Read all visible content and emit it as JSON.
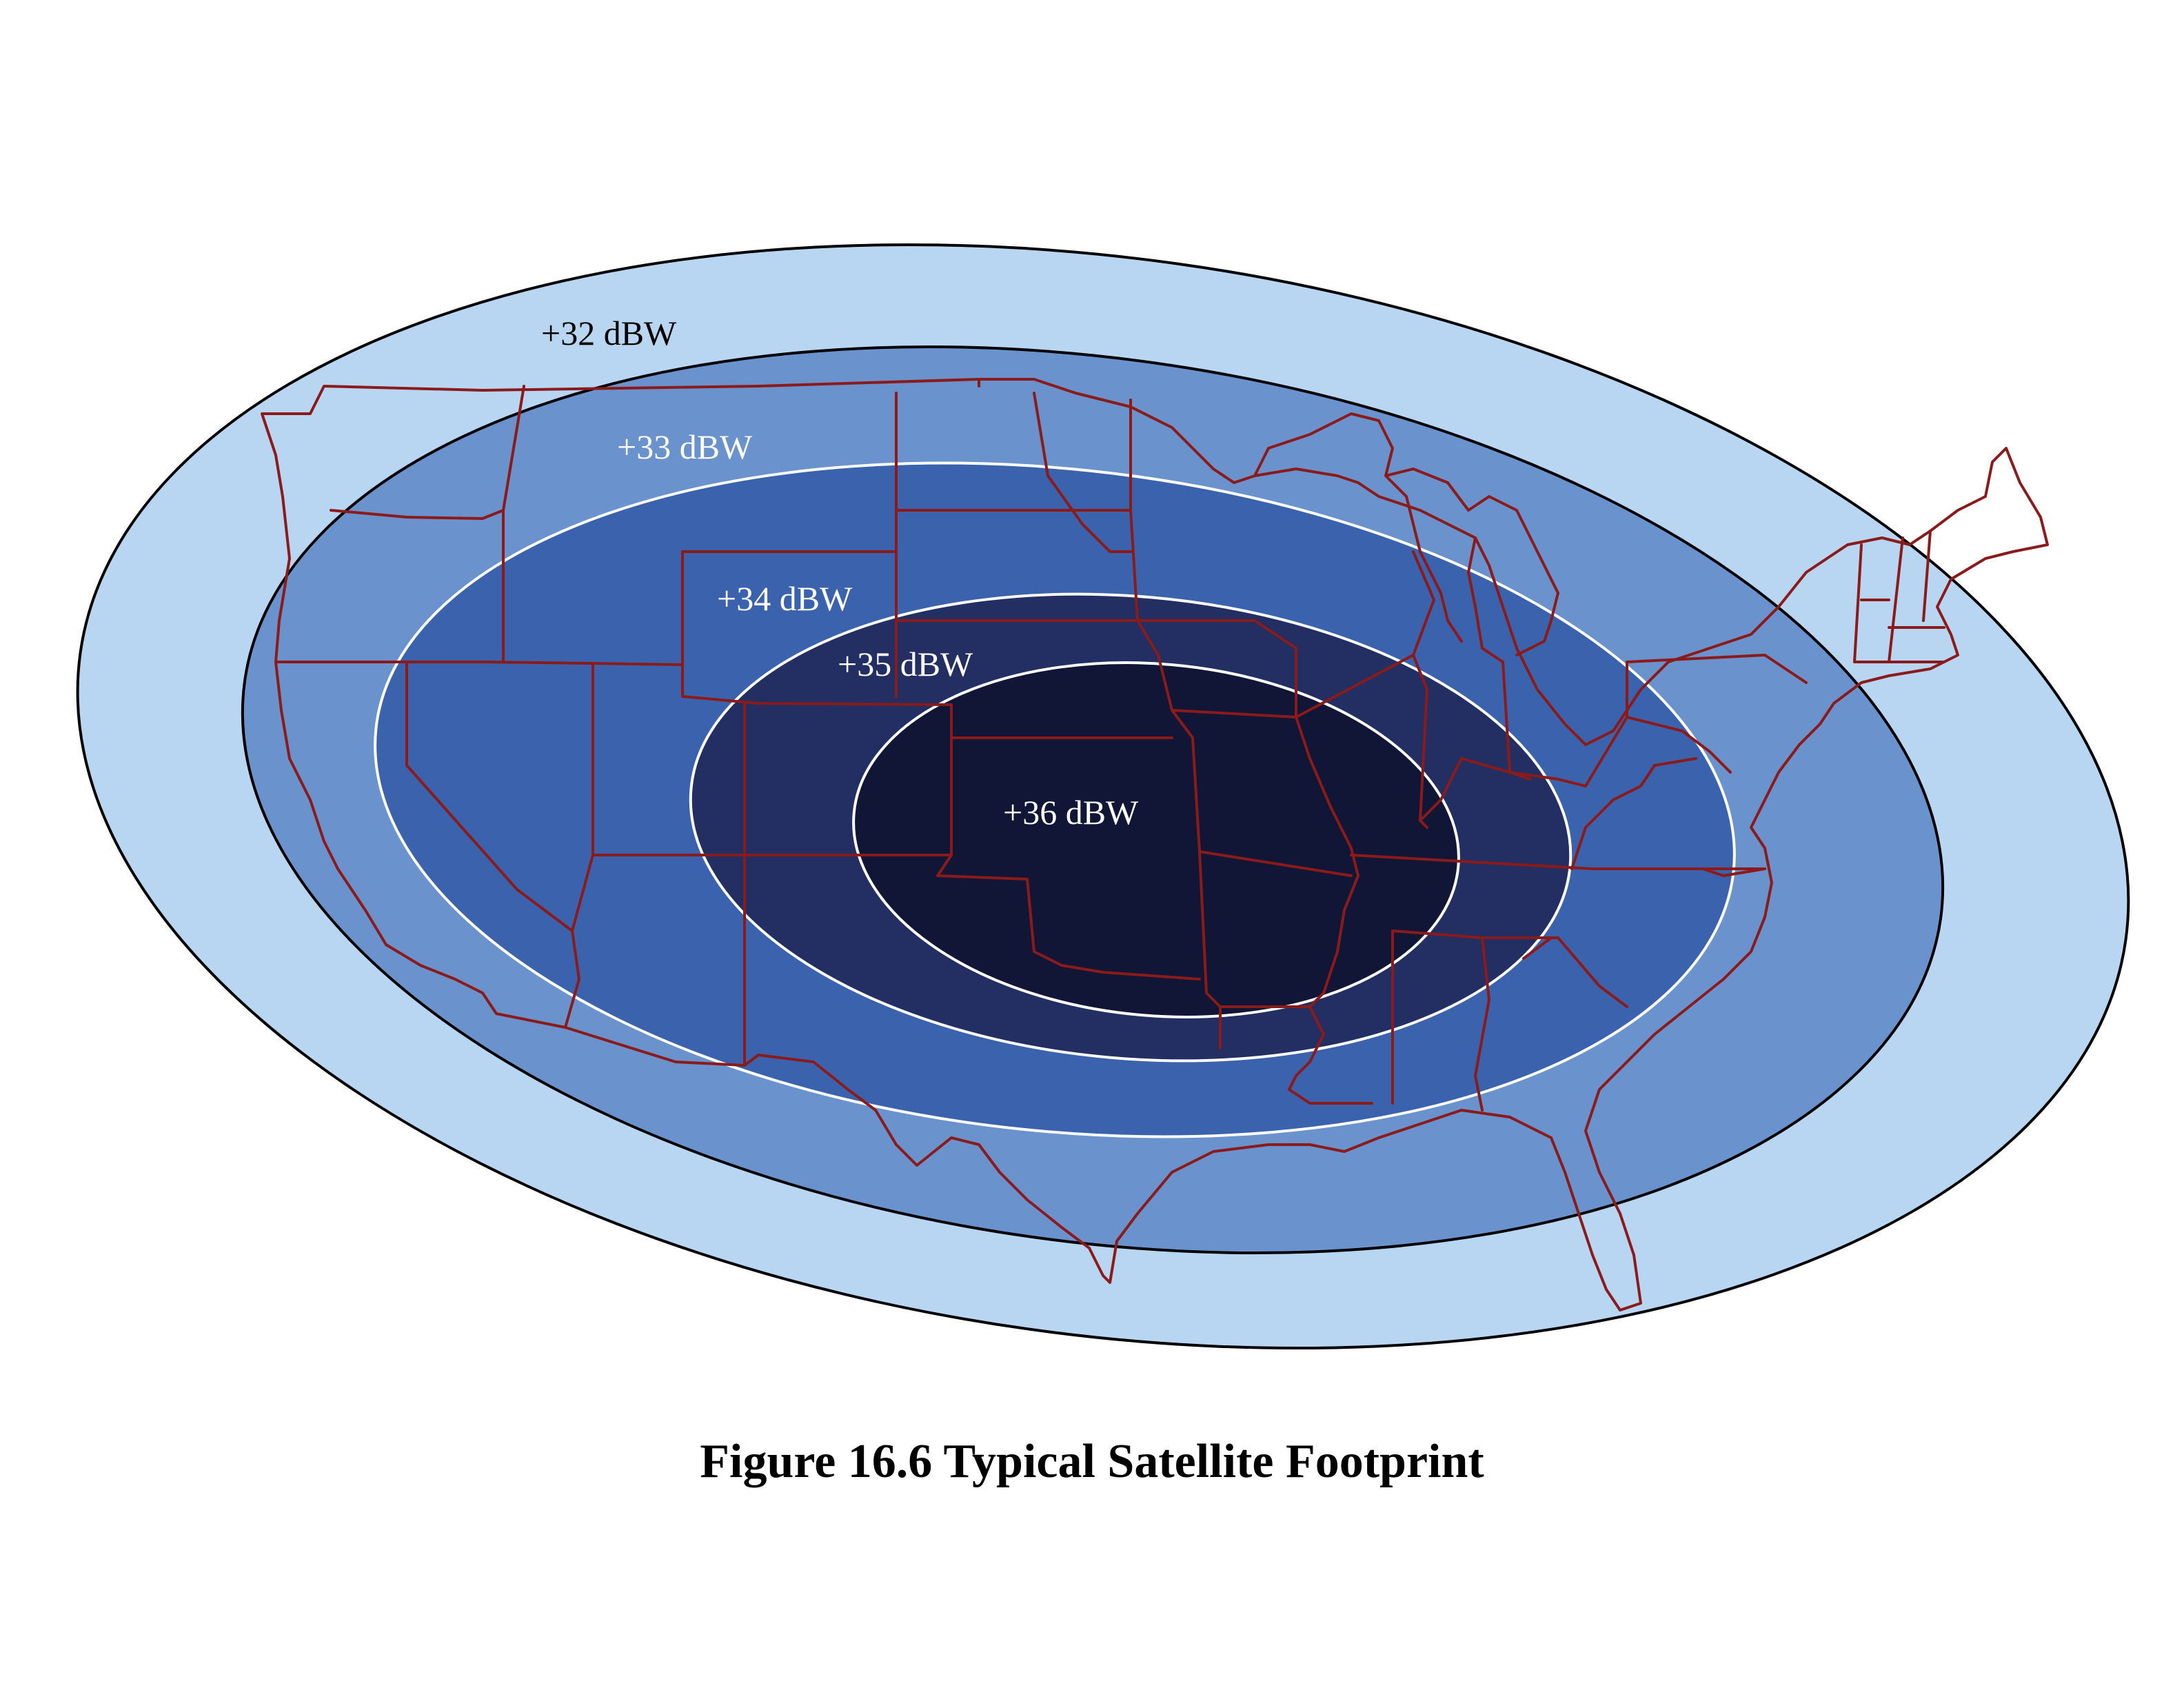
{
  "figure": {
    "caption": "Figure 16.6  Typical Satellite Footprint"
  },
  "zones": [
    {
      "label": "+32 dBW",
      "fill": "#b8d6f2",
      "stroke": "#000000",
      "text_color": "#000000"
    },
    {
      "label": "+33 dBW",
      "fill": "#6a92cc",
      "stroke": "#000000",
      "text_color": "#ffffff"
    },
    {
      "label": "+34 dBW",
      "fill": "#3b63ad",
      "stroke": "#ffffff",
      "text_color": "#ffffff"
    },
    {
      "label": "+35 dBW",
      "fill": "#232e62",
      "stroke": "#ffffff",
      "text_color": "#ffffff"
    },
    {
      "label": "+36 dBW",
      "fill": "#111636",
      "stroke": "#ffffff",
      "text_color": "#ffffff"
    }
  ],
  "map": {
    "border_color": "#8b1a1a",
    "region": "contiguous-united-states"
  }
}
